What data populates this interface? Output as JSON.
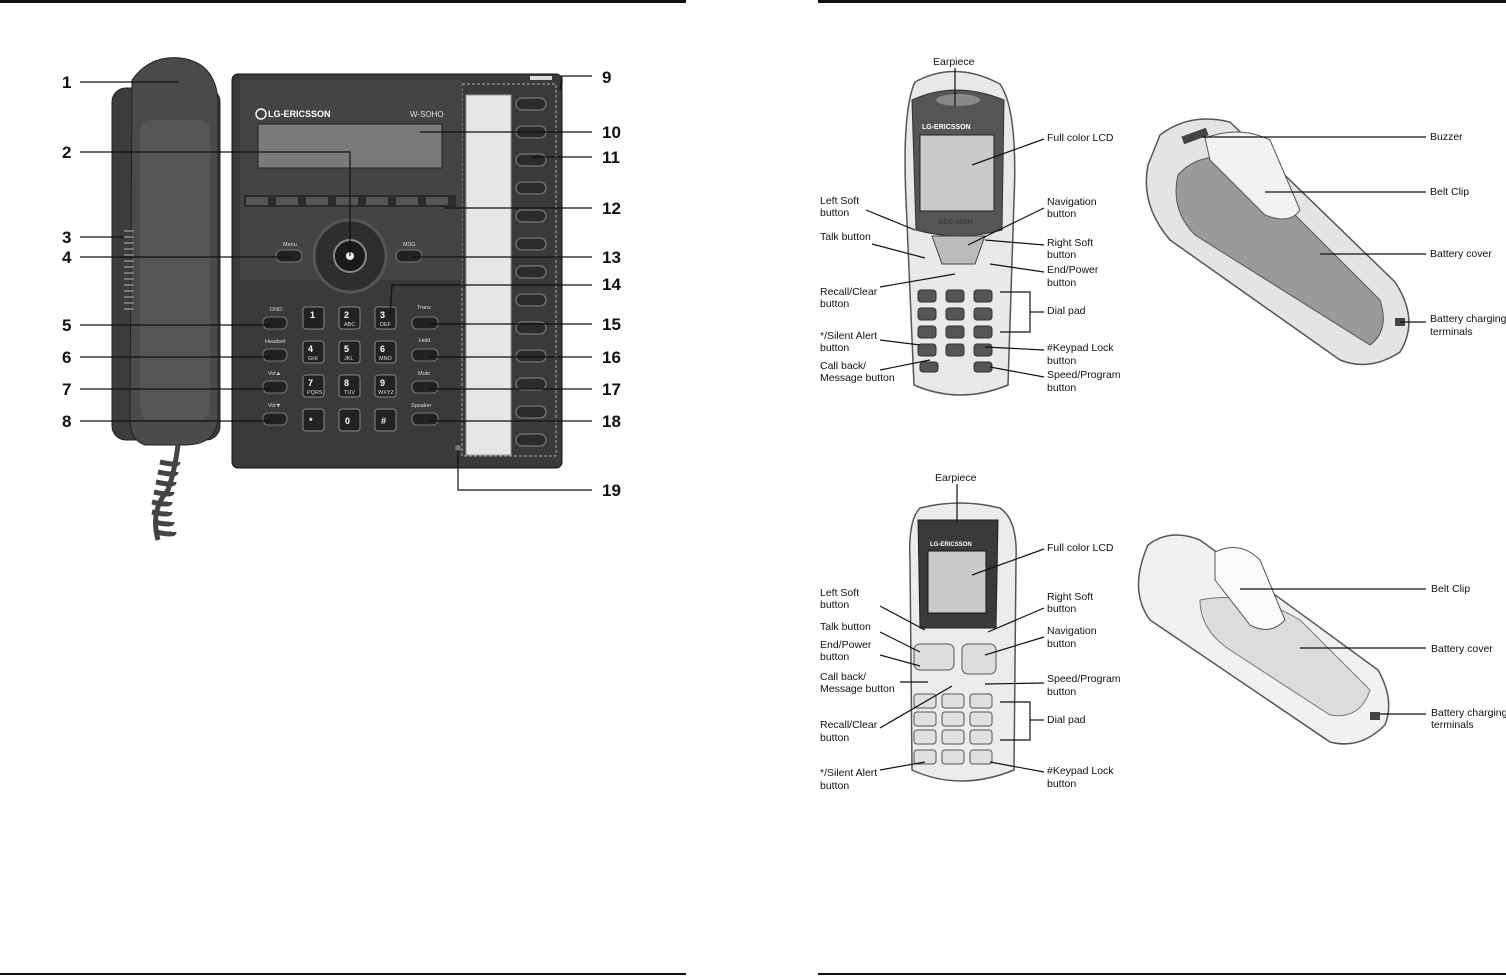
{
  "desk_phone": {
    "brand": "LG-ERICSSON",
    "model": "W-SOHO",
    "buttons": {
      "menu": "Menu",
      "msg": "MSG",
      "dnd": "DND",
      "headset": "Headset",
      "vol_up": "Vol▲",
      "vol_down": "Vol▼",
      "trans": "Trans",
      "hold": "Hold",
      "mute": "Mute",
      "speaker": "Speaker"
    },
    "keys": [
      {
        "digit": "1",
        "letters": ""
      },
      {
        "digit": "2",
        "letters": "ABC"
      },
      {
        "digit": "3",
        "letters": "DEF"
      },
      {
        "digit": "4",
        "letters": "GHI"
      },
      {
        "digit": "5",
        "letters": "JKL"
      },
      {
        "digit": "6",
        "letters": "MNO"
      },
      {
        "digit": "7",
        "letters": "PQRS"
      },
      {
        "digit": "8",
        "letters": "TUV"
      },
      {
        "digit": "9",
        "letters": "WXYZ"
      },
      {
        "digit": "*",
        "letters": ""
      },
      {
        "digit": "0",
        "letters": ""
      },
      {
        "digit": "#",
        "letters": ""
      }
    ],
    "callouts": [
      "1",
      "2",
      "3",
      "4",
      "5",
      "6",
      "7",
      "8",
      "9",
      "10",
      "11",
      "12",
      "13",
      "14",
      "15",
      "16",
      "17",
      "18",
      "19"
    ]
  },
  "handset_a": {
    "brand": "LG-ERICSSON",
    "model": "GDC-400H",
    "labels": {
      "earpiece": "Earpiece",
      "full_color_lcd": "Full color LCD",
      "left_soft_1": "Left Soft",
      "left_soft_2": "button",
      "talk": "Talk button",
      "recall_1": "Recall/Clear",
      "recall_2": "button",
      "silent_1": "*/Silent Alert",
      "silent_2": "button",
      "callback_1": "Call back/",
      "callback_2": "Message button",
      "navigation_1": "Navigation",
      "navigation_2": "button",
      "right_soft_1": "Right Soft",
      "right_soft_2": "button",
      "end_power_1": "End/Power",
      "end_power_2": "button",
      "dial_pad": "Dial pad",
      "keypad_lock_1": "#Keypad Lock",
      "keypad_lock_2": "button",
      "speed_1": "Speed/Program",
      "speed_2": "button",
      "buzzer": "Buzzer",
      "belt_clip": "Belt Clip",
      "battery_cover": "Battery cover",
      "charging_1": "Battery charging",
      "charging_2": "terminals"
    }
  },
  "handset_b": {
    "brand": "LG-ERICSSON",
    "labels": {
      "earpiece": "Earpiece",
      "full_color_lcd": "Full color LCD",
      "left_soft_1": "Left Soft",
      "left_soft_2": "button",
      "talk": "Talk button",
      "end_power_1": "End/Power",
      "end_power_2": "button",
      "callback_1": "Call back/",
      "callback_2": "Message button",
      "recall_1": "Recall/Clear",
      "recall_2": "button",
      "silent_1": "*/Silent Alert",
      "silent_2": "button",
      "right_soft_1": "Right Soft",
      "right_soft_2": "button",
      "navigation_1": "Navigation",
      "navigation_2": "button",
      "speed_1": "Speed/Program",
      "speed_2": "button",
      "dial_pad": "Dial pad",
      "keypad_lock_1": "#Keypad Lock",
      "keypad_lock_2": "button",
      "belt_clip": "Belt Clip",
      "battery_cover": "Battery cover",
      "charging_1": "Battery charging",
      "charging_2": "terminals"
    }
  }
}
